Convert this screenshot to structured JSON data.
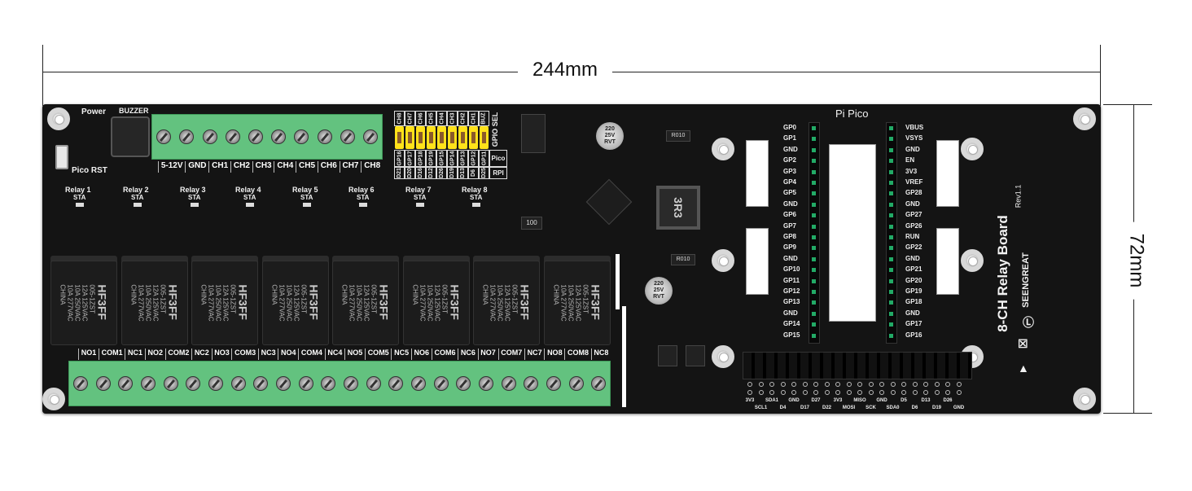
{
  "dimensions": {
    "width_label": "244mm",
    "height_label": "72mm"
  },
  "top_left": {
    "power_label": "Power",
    "buzzer_label": "BUZZER",
    "reset_label": "Pico RST"
  },
  "power_terminal_labels": [
    "5-12V",
    "GND",
    "CH1",
    "CH2",
    "CH3",
    "CH4",
    "CH5",
    "CH6",
    "CH7",
    "CH8"
  ],
  "gpio_sel": {
    "title": "GPIO SEL",
    "channels": [
      "CH8",
      "CH7",
      "CH6",
      "CH5",
      "CH4",
      "CH3",
      "CH2",
      "CH1",
      "BUZ"
    ],
    "pico_label": "Pico",
    "pico_pins": [
      "GP16",
      "GP17",
      "GP18",
      "GP19",
      "GP15",
      "GP14",
      "GP13",
      "GP12",
      "GP11"
    ],
    "rpi_label": "RPI",
    "rpi_pins": [
      "D21",
      "D20",
      "D16",
      "D12",
      "D26",
      "D19",
      "D13",
      "D6",
      "D25"
    ]
  },
  "relay_leds": [
    {
      "name": "Relay 1",
      "sta": "STA"
    },
    {
      "name": "Relay 2",
      "sta": "STA"
    },
    {
      "name": "Relay 3",
      "sta": "STA"
    },
    {
      "name": "Relay 4",
      "sta": "STA"
    },
    {
      "name": "Relay 5",
      "sta": "STA"
    },
    {
      "name": "Relay 6",
      "sta": "STA"
    },
    {
      "name": "Relay 7",
      "sta": "STA"
    },
    {
      "name": "Relay 8",
      "sta": "STA"
    }
  ],
  "relay_marking": {
    "model": "HF3FF",
    "lines": [
      "005-1ZST",
      "12A 125VAC",
      "10A 250VAC",
      "10A 277VAC",
      "CHINA"
    ]
  },
  "output_terminal_labels": [
    "NO1",
    "COM1",
    "NC1",
    "NO2",
    "COM2",
    "NC2",
    "NO3",
    "COM3",
    "NC3",
    "NO4",
    "COM4",
    "NC4",
    "NO5",
    "COM5",
    "NC5",
    "NO6",
    "COM6",
    "NC6",
    "NO7",
    "COM7",
    "NC7",
    "NO8",
    "COM8",
    "NC8"
  ],
  "components": {
    "cap_label": "220 25V RVT",
    "inductor_label": "3R3",
    "resistor_label": "R010",
    "resistor2_label": "100"
  },
  "pico": {
    "title": "Pi Pico",
    "left_pins": [
      "GP0",
      "GP1",
      "GND",
      "GP2",
      "GP3",
      "GP4",
      "GP5",
      "GND",
      "GP6",
      "GP7",
      "GP8",
      "GP9",
      "GND",
      "GP10",
      "GP11",
      "GP12",
      "GP13",
      "GND",
      "GP14",
      "GP15"
    ],
    "right_pins": [
      "VBUS",
      "VSYS",
      "GND",
      "EN",
      "3V3",
      "VREF",
      "GP28",
      "GND",
      "GP27",
      "GP26",
      "RUN",
      "GP22",
      "GND",
      "GP21",
      "GP20",
      "GP19",
      "GP18",
      "GND",
      "GP17",
      "GP16"
    ]
  },
  "rpi_header_labels": [
    "3V3",
    "SCL1",
    "SDA1",
    "D4",
    "GND",
    "D17",
    "D27",
    "D22",
    "3V3",
    "MOSI",
    "MISO",
    "SCK",
    "GND",
    "SDA0",
    "D5",
    "D6",
    "D13",
    "D19",
    "D26",
    "GND"
  ],
  "branding": {
    "board_name": "8-CH Relay Board",
    "revision": "Rev1.1",
    "brand": "SEENGREAT"
  }
}
